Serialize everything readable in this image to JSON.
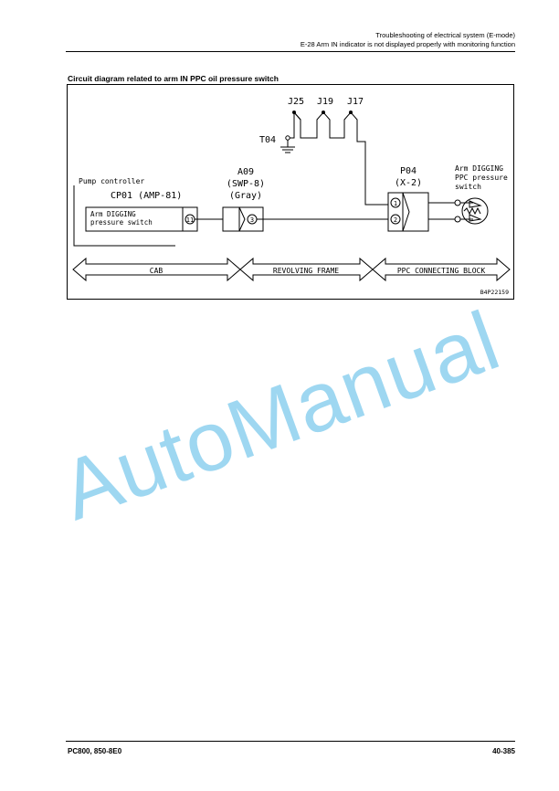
{
  "header": {
    "line1": "Troubleshooting of electrical system (E-mode)",
    "line2": "E-28 Arm IN indicator is not displayed properly with monitoring function"
  },
  "section_title": "Circuit diagram related to arm IN PPC oil pressure switch",
  "diagram": {
    "junctions": [
      "J25",
      "J19",
      "J17"
    ],
    "ground": "T04",
    "pump_controller": {
      "label": "Pump controller",
      "connector": "CP01 (AMP-81)",
      "signal": [
        "Arm DIGGING",
        "pressure switch"
      ],
      "pin": "11"
    },
    "a09": {
      "name": "A09",
      "type": "(SWP-8)",
      "color": "(Gray)",
      "pin": "3"
    },
    "p04": {
      "name": "P04",
      "type": "(X-2)",
      "pins": [
        "1",
        "2"
      ]
    },
    "switch_label": [
      "Arm DIGGING",
      "PPC pressure",
      "switch"
    ],
    "zones": [
      "CAB",
      "REVOLVING FRAME",
      "PPC CONNECTING BLOCK"
    ],
    "code": "B4P22159"
  },
  "watermark": "AutoManual",
  "footer": {
    "model": "PC800, 850-8E0",
    "page": "40-385"
  }
}
